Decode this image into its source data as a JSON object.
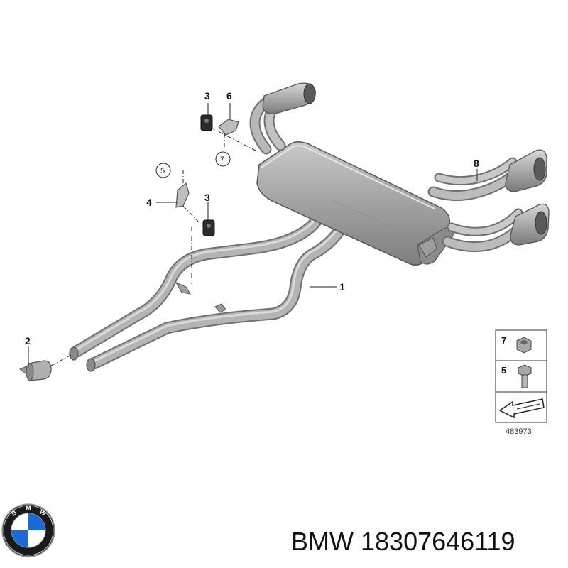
{
  "callouts": {
    "c1": "1",
    "c2": "2",
    "c3a": "3",
    "c3b": "3",
    "c4": "4",
    "c5": "5",
    "c6": "6",
    "c7": "7",
    "c8": "8"
  },
  "legend": {
    "item_top": "7",
    "item_bottom": "5"
  },
  "diagram_id": "483973",
  "caption": {
    "brand": "BMW",
    "part_number": "18307646119"
  },
  "colors": {
    "pipe": "#a7a7a7",
    "pipe_dark": "#7d7d7d",
    "pipe_light": "#d2d2d2",
    "logo_blue": "#1c69d4",
    "logo_ring": "#1a1a1a"
  },
  "logo": {
    "letters": "BMW"
  }
}
